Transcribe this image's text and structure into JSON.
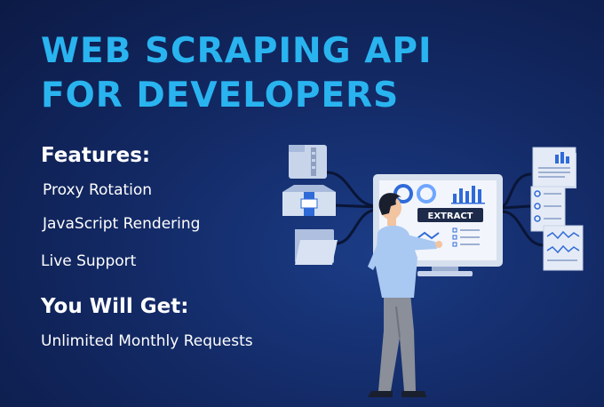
{
  "title": {
    "line1": "WEB SCRAPING API",
    "line2": "FOR DEVELOPERS"
  },
  "features": {
    "heading": "Features:",
    "items": [
      "Proxy Rotation",
      "JavaScript Rendering",
      "Live Support"
    ]
  },
  "you_will_get": {
    "heading": "You Will Get:",
    "items": [
      "Unlimited Monthly Requests"
    ]
  },
  "illustration": {
    "screen_button": "EXTRACT"
  },
  "colors": {
    "title": "#29b4f0",
    "background": "#132a66",
    "text": "#ffffff"
  }
}
